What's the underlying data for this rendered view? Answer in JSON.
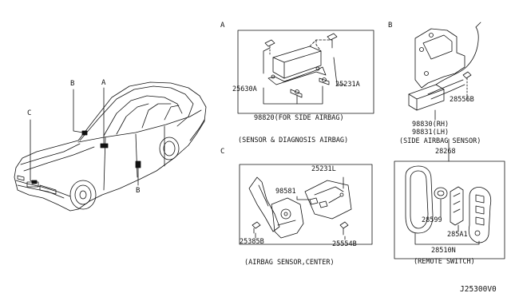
{
  "sections": {
    "a": "A",
    "b": "B",
    "c": "C"
  },
  "car_callouts": {
    "b_top": "B",
    "a_top": "A",
    "c_left": "C",
    "b_bottom": "B"
  },
  "parts": {
    "p25630a": "25630A",
    "p25231a": "25231A",
    "p98820": "98820(FOR SIDE AIRBAG)",
    "p28556b": "28556B",
    "p98830": "98830(RH)",
    "p98831": "98831(LH)",
    "p28268": "28268",
    "p98581": "98581",
    "p25231l": "25231L",
    "p25385b": "25385B",
    "p25554b": "25554B",
    "p28599": "28599",
    "p285a1": "285A1",
    "p28510n": "28510N"
  },
  "captions": {
    "sensor_diag": "(SENSOR & DIAGNOSIS AIRBAG)",
    "side_sensor": "(SIDE AIRBAG SENSOR)",
    "center_sensor": "(AIRBAG SENSOR,CENTER)",
    "remote_switch": "(REMOTE SWITCH)"
  },
  "diagram_id": "J25300V0",
  "colors": {
    "line": "#111111",
    "background": "#ffffff"
  }
}
